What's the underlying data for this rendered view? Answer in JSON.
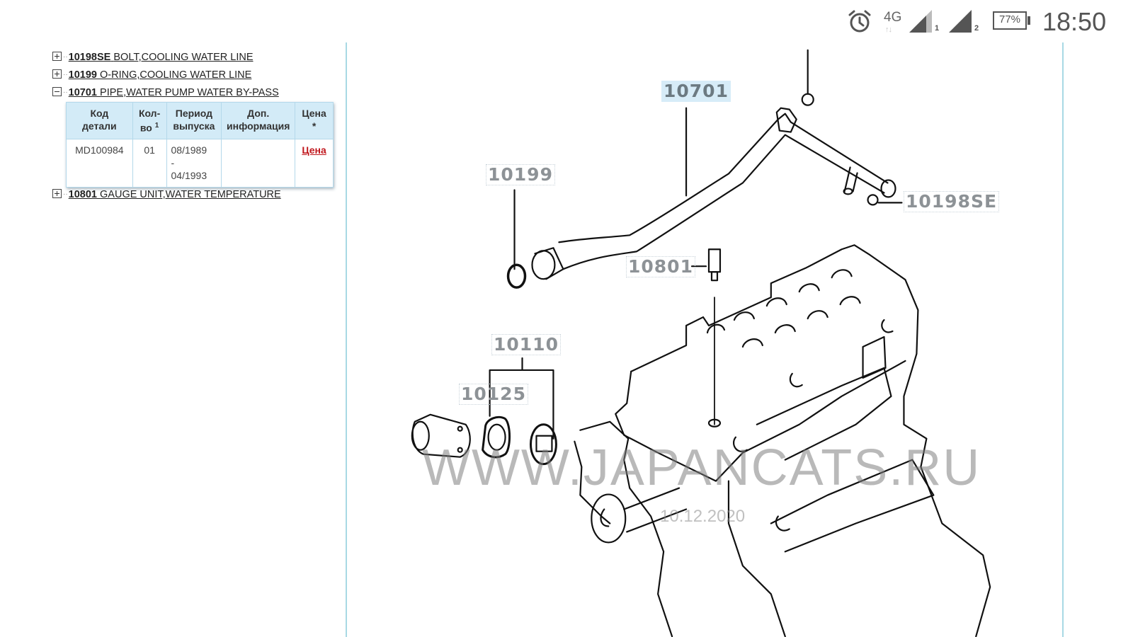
{
  "status_bar": {
    "alarm_icon": "alarm-clock-icon",
    "network_type": "4G",
    "network_arrows": "↑↓",
    "sim1_label": "1",
    "sim2_label": "2",
    "battery_percent": "77%",
    "time": "18:50"
  },
  "tree": {
    "items": [
      {
        "expanded": false
      },
      {
        "code": "10198SE",
        "name": "BOLT,COOLING WATER LINE",
        "expanded": false
      },
      {
        "code": "10199",
        "name": "O-RING,COOLING WATER LINE",
        "expanded": false
      },
      {
        "code": "10701",
        "name": "PIPE,WATER PUMP WATER BY-PASS",
        "expanded": true
      },
      {
        "code": "10801",
        "name": "GAUGE UNIT,WATER TEMPERATURE",
        "expanded": false
      }
    ]
  },
  "part_table": {
    "headers": {
      "code_line1": "Код",
      "code_line2": "детали",
      "qty_line1": "Кол-",
      "qty_line2": "во",
      "qty_sup": "1",
      "period_line1": "Период",
      "period_line2": "выпуска",
      "info_line1": "Доп.",
      "info_line2": "информация",
      "price_line1": "Цена",
      "price_line2": "*"
    },
    "rows": [
      {
        "code": "MD100984",
        "qty": "01",
        "period_from": "08/1989",
        "period_sep": "-",
        "period_to": "04/1993",
        "info": "",
        "price_link": "Цена"
      }
    ]
  },
  "diagram": {
    "callouts": {
      "c10701": "10701",
      "c10199": "10199",
      "c10198SE": "10198SE",
      "c10801": "10801",
      "c10110": "10110",
      "c10125": "10125"
    },
    "active_callout": "10701",
    "watermark": "WWW.JAPANCATS.RU",
    "watermark_date": "10.12.2020"
  },
  "colors": {
    "table_header_bg": "#d3ebf7",
    "table_border": "#b4d8ea",
    "price_link": "#c0161c",
    "divider": "#a8d9e4",
    "callout_text": "#8d9296",
    "callout_active_bg": "#d7ecf8"
  }
}
